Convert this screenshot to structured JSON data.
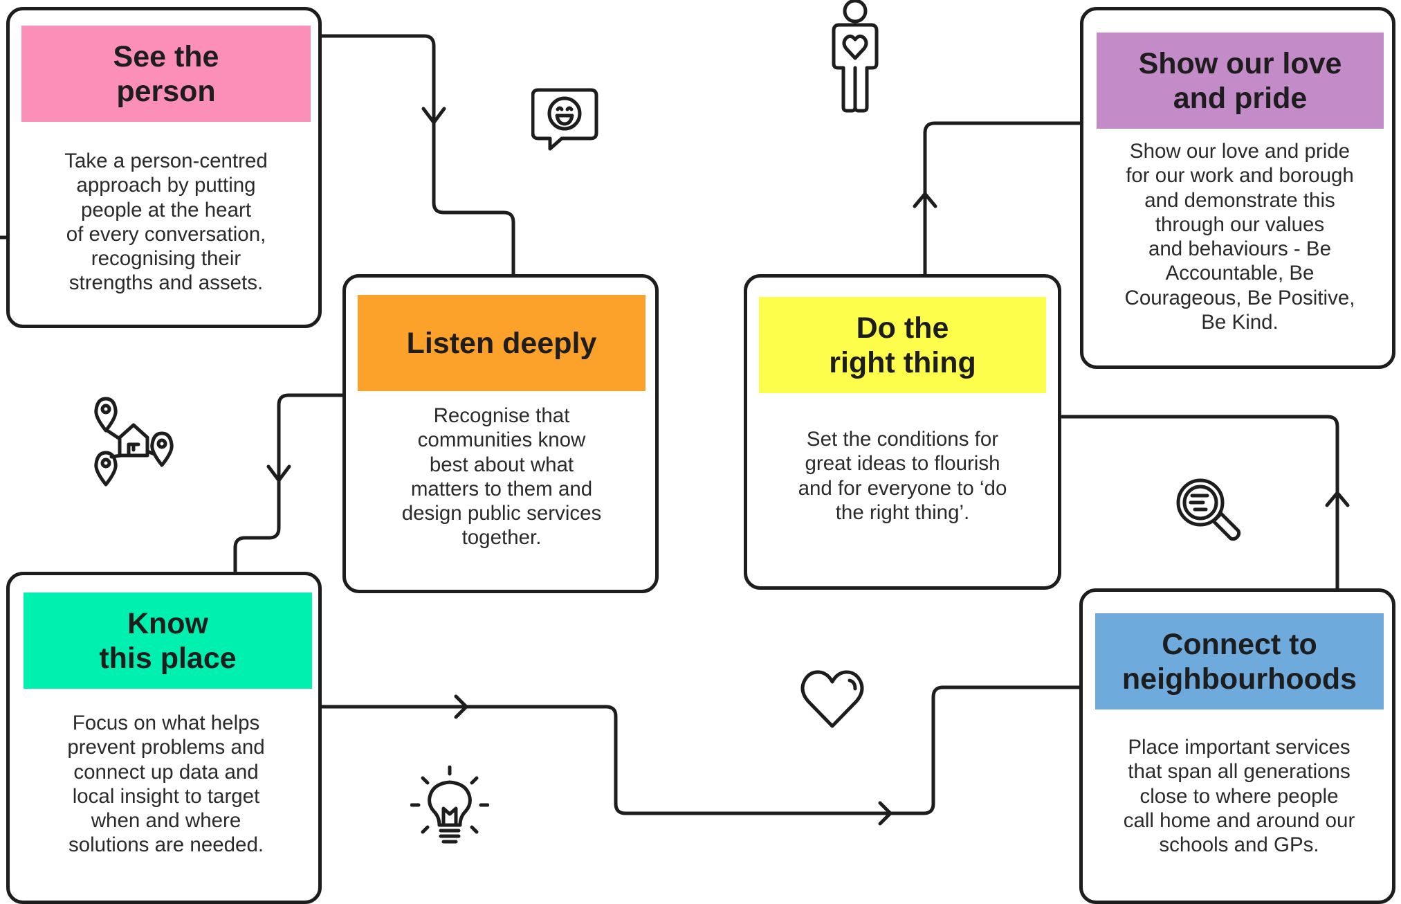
{
  "colors": {
    "see_the_person": "#fc8fb8",
    "listen_deeply": "#fca22a",
    "know_this_place": "#00f0b0",
    "do_the_right_thing": "#fdfd4b",
    "show_our_love": "#c38bc7",
    "connect_neighbourhoods": "#6faadc",
    "line": "#1d1d1d"
  },
  "cards": {
    "see_the_person": {
      "title": "See the\nperson",
      "body": "Take a person-centred\napproach by putting\npeople at the heart\nof every conversation,\nrecognising their\nstrengths and assets."
    },
    "listen_deeply": {
      "title": "Listen deeply",
      "body": "Recognise that\ncommunities know\nbest about what\nmatters to them and\ndesign public services\ntogether."
    },
    "know_this_place": {
      "title": "Know\nthis place",
      "body": "Focus on what helps\nprevent problems and\nconnect up data and\nlocal insight to target\nwhen and where\nsolutions are needed."
    },
    "do_the_right_thing": {
      "title": "Do the\nright thing",
      "body": "Set the conditions for\ngreat ideas to flourish\nand for everyone to ‘do\nthe right thing’."
    },
    "show_our_love": {
      "title": "Show our love\nand pride",
      "body": "Show our love and pride\nfor our work and borough\nand demonstrate this\nthrough our values\nand behaviours - Be\nAccountable, Be\nCourageous, Be Positive,\nBe Kind."
    },
    "connect_neighbourhoods": {
      "title": "Connect to\nneighbourhoods",
      "body": "Place important services\nthat span all generations\nclose to where people\ncall home and around our\nschools and GPs."
    }
  },
  "icons": {
    "speech_bubble": "smiley-speech-bubble-icon",
    "person_heart": "person-heart-icon",
    "location_network": "location-network-icon",
    "search": "magnifier-icon",
    "heart": "heart-icon",
    "lightbulb": "lightbulb-icon"
  }
}
